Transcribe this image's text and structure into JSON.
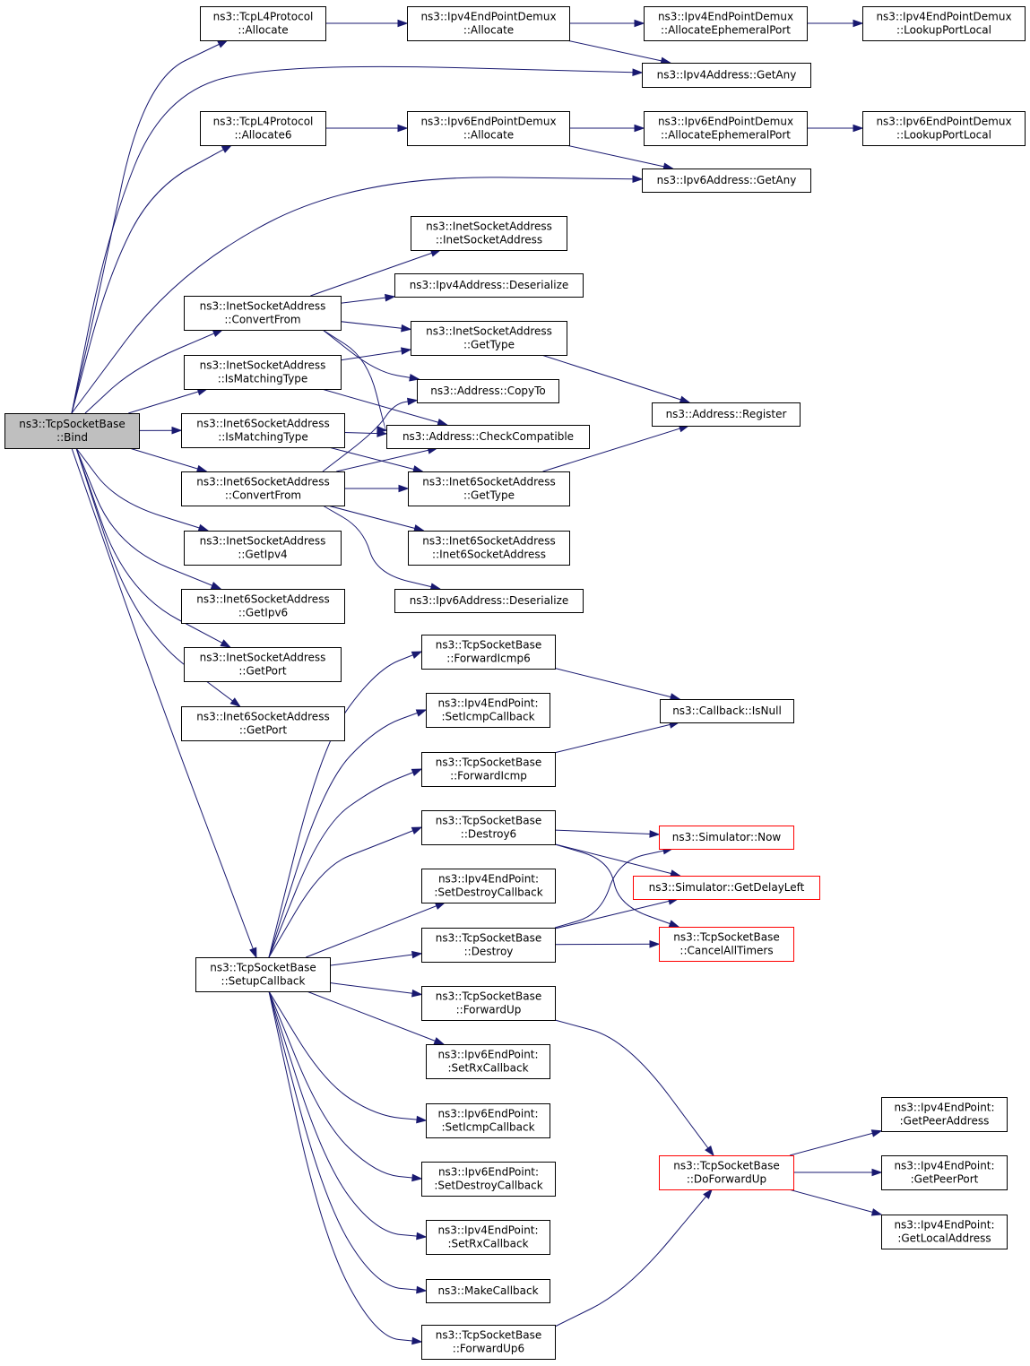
{
  "nodes": [
    {
      "id": "bind",
      "lines": [
        "ns3::TcpSocketBase",
        "::Bind"
      ],
      "root": true
    },
    {
      "id": "allocate",
      "lines": [
        "ns3::TcpL4Protocol",
        "::Allocate"
      ]
    },
    {
      "id": "allocate6",
      "lines": [
        "ns3::TcpL4Protocol",
        "::Allocate6"
      ]
    },
    {
      "id": "ipv4demux_allocate",
      "lines": [
        "ns3::Ipv4EndPointDemux",
        "::Allocate"
      ]
    },
    {
      "id": "ipv4demux_ephemeral",
      "lines": [
        "ns3::Ipv4EndPointDemux",
        "::AllocateEphemeralPort"
      ]
    },
    {
      "id": "ipv4demux_lookup",
      "lines": [
        "ns3::Ipv4EndPointDemux",
        "::LookupPortLocal"
      ]
    },
    {
      "id": "ipv4_getany",
      "lines": [
        "ns3::Ipv4Address::GetAny"
      ]
    },
    {
      "id": "ipv6demux_allocate",
      "lines": [
        "ns3::Ipv6EndPointDemux",
        "::Allocate"
      ]
    },
    {
      "id": "ipv6demux_ephemeral",
      "lines": [
        "ns3::Ipv6EndPointDemux",
        "::AllocateEphemeralPort"
      ]
    },
    {
      "id": "ipv6demux_lookup",
      "lines": [
        "ns3::Ipv6EndPointDemux",
        "::LookupPortLocal"
      ]
    },
    {
      "id": "ipv6_getany",
      "lines": [
        "ns3::Ipv6Address::GetAny"
      ]
    },
    {
      "id": "inet_ctor",
      "lines": [
        "ns3::InetSocketAddress",
        "::InetSocketAddress"
      ]
    },
    {
      "id": "ipv4_deser",
      "lines": [
        "ns3::Ipv4Address::Deserialize"
      ]
    },
    {
      "id": "inet_convert",
      "lines": [
        "ns3::InetSocketAddress",
        "::ConvertFrom"
      ]
    },
    {
      "id": "inet_gettype",
      "lines": [
        "ns3::InetSocketAddress",
        "::GetType"
      ]
    },
    {
      "id": "inet_ismatch",
      "lines": [
        "ns3::InetSocketAddress",
        "::IsMatchingType"
      ]
    },
    {
      "id": "addr_copyto",
      "lines": [
        "ns3::Address::CopyTo"
      ]
    },
    {
      "id": "addr_register",
      "lines": [
        "ns3::Address::Register"
      ]
    },
    {
      "id": "inet6_ismatch",
      "lines": [
        "ns3::Inet6SocketAddress",
        "::IsMatchingType"
      ]
    },
    {
      "id": "addr_checkcompat",
      "lines": [
        "ns3::Address::CheckCompatible"
      ]
    },
    {
      "id": "inet6_convert",
      "lines": [
        "ns3::Inet6SocketAddress",
        "::ConvertFrom"
      ]
    },
    {
      "id": "inet6_gettype",
      "lines": [
        "ns3::Inet6SocketAddress",
        "::GetType"
      ]
    },
    {
      "id": "inet6_ctor",
      "lines": [
        "ns3::Inet6SocketAddress",
        "::Inet6SocketAddress"
      ]
    },
    {
      "id": "ipv6_deser",
      "lines": [
        "ns3::Ipv6Address::Deserialize"
      ]
    },
    {
      "id": "inet_getipv4",
      "lines": [
        "ns3::InetSocketAddress",
        "::GetIpv4"
      ]
    },
    {
      "id": "inet6_getipv6",
      "lines": [
        "ns3::Inet6SocketAddress",
        "::GetIpv6"
      ]
    },
    {
      "id": "inet_getport",
      "lines": [
        "ns3::InetSocketAddress",
        "::GetPort"
      ]
    },
    {
      "id": "inet6_getport",
      "lines": [
        "ns3::Inet6SocketAddress",
        "::GetPort"
      ]
    },
    {
      "id": "fwd_icmp6",
      "lines": [
        "ns3::TcpSocketBase",
        "::ForwardIcmp6"
      ]
    },
    {
      "id": "cb_isnull",
      "lines": [
        "ns3::Callback::IsNull"
      ]
    },
    {
      "id": "ep4_seticmp",
      "lines": [
        "ns3::Ipv4EndPoint:",
        ":SetIcmpCallback"
      ]
    },
    {
      "id": "fwd_icmp",
      "lines": [
        "ns3::TcpSocketBase",
        "::ForwardIcmp"
      ]
    },
    {
      "id": "destroy6",
      "lines": [
        "ns3::TcpSocketBase",
        "::Destroy6"
      ]
    },
    {
      "id": "sim_now",
      "lines": [
        "ns3::Simulator::Now"
      ],
      "red": true
    },
    {
      "id": "sim_delay",
      "lines": [
        "ns3::Simulator::GetDelayLeft"
      ],
      "red": true
    },
    {
      "id": "ep4_setdestroy",
      "lines": [
        "ns3::Ipv4EndPoint:",
        ":SetDestroyCallback"
      ]
    },
    {
      "id": "destroy",
      "lines": [
        "ns3::TcpSocketBase",
        "::Destroy"
      ]
    },
    {
      "id": "cancel_timers",
      "lines": [
        "ns3::TcpSocketBase",
        "::CancelAllTimers"
      ],
      "red": true
    },
    {
      "id": "setup_cb",
      "lines": [
        "ns3::TcpSocketBase",
        "::SetupCallback"
      ]
    },
    {
      "id": "fwd_up",
      "lines": [
        "ns3::TcpSocketBase",
        "::ForwardUp"
      ]
    },
    {
      "id": "ep6_setrx",
      "lines": [
        "ns3::Ipv6EndPoint:",
        ":SetRxCallback"
      ]
    },
    {
      "id": "ep6_seticmp",
      "lines": [
        "ns3::Ipv6EndPoint:",
        ":SetIcmpCallback"
      ]
    },
    {
      "id": "do_fwd_up",
      "lines": [
        "ns3::TcpSocketBase",
        "::DoForwardUp"
      ],
      "red": true
    },
    {
      "id": "ep4_getpeeraddr",
      "lines": [
        "ns3::Ipv4EndPoint:",
        ":GetPeerAddress"
      ]
    },
    {
      "id": "ep4_getpeerport",
      "lines": [
        "ns3::Ipv4EndPoint:",
        ":GetPeerPort"
      ]
    },
    {
      "id": "ep6_setdestroy",
      "lines": [
        "ns3::Ipv6EndPoint:",
        ":SetDestroyCallback"
      ]
    },
    {
      "id": "ep4_getlocaladdr",
      "lines": [
        "ns3::Ipv4EndPoint:",
        ":GetLocalAddress"
      ]
    },
    {
      "id": "ep4_setrx",
      "lines": [
        "ns3::Ipv4EndPoint:",
        ":SetRxCallback"
      ]
    },
    {
      "id": "make_cb",
      "lines": [
        "ns3::MakeCallback"
      ]
    },
    {
      "id": "fwd_up6",
      "lines": [
        "ns3::TcpSocketBase",
        "::ForwardUp6"
      ]
    }
  ],
  "edges": [
    [
      "bind",
      "allocate"
    ],
    [
      "bind",
      "ipv4_getany"
    ],
    [
      "bind",
      "allocate6"
    ],
    [
      "bind",
      "ipv6_getany"
    ],
    [
      "bind",
      "inet_convert"
    ],
    [
      "bind",
      "inet_ismatch"
    ],
    [
      "bind",
      "inet6_ismatch"
    ],
    [
      "bind",
      "inet6_convert"
    ],
    [
      "bind",
      "inet_getipv4"
    ],
    [
      "bind",
      "inet6_getipv6"
    ],
    [
      "bind",
      "inet_getport"
    ],
    [
      "bind",
      "inet6_getport"
    ],
    [
      "bind",
      "setup_cb"
    ],
    [
      "allocate",
      "ipv4demux_allocate"
    ],
    [
      "ipv4demux_allocate",
      "ipv4demux_ephemeral"
    ],
    [
      "ipv4demux_allocate",
      "ipv4_getany"
    ],
    [
      "ipv4demux_ephemeral",
      "ipv4demux_lookup"
    ],
    [
      "allocate6",
      "ipv6demux_allocate"
    ],
    [
      "ipv6demux_allocate",
      "ipv6demux_ephemeral"
    ],
    [
      "ipv6demux_allocate",
      "ipv6_getany"
    ],
    [
      "ipv6demux_ephemeral",
      "ipv6demux_lookup"
    ],
    [
      "inet_convert",
      "inet_ctor"
    ],
    [
      "inet_convert",
      "ipv4_deser"
    ],
    [
      "inet_convert",
      "inet_gettype"
    ],
    [
      "inet_convert",
      "addr_copyto"
    ],
    [
      "inet_convert",
      "addr_checkcompat"
    ],
    [
      "inet_ismatch",
      "inet_gettype"
    ],
    [
      "inet_ismatch",
      "addr_checkcompat"
    ],
    [
      "inet_gettype",
      "addr_register"
    ],
    [
      "inet6_ismatch",
      "addr_checkcompat"
    ],
    [
      "inet6_ismatch",
      "inet6_gettype"
    ],
    [
      "inet6_convert",
      "addr_copyto"
    ],
    [
      "inet6_convert",
      "addr_checkcompat"
    ],
    [
      "inet6_convert",
      "inet6_gettype"
    ],
    [
      "inet6_convert",
      "inet6_ctor"
    ],
    [
      "inet6_convert",
      "ipv6_deser"
    ],
    [
      "inet6_gettype",
      "addr_register"
    ],
    [
      "setup_cb",
      "fwd_icmp6"
    ],
    [
      "setup_cb",
      "ep4_seticmp"
    ],
    [
      "setup_cb",
      "fwd_icmp"
    ],
    [
      "setup_cb",
      "destroy6"
    ],
    [
      "setup_cb",
      "ep4_setdestroy"
    ],
    [
      "setup_cb",
      "destroy"
    ],
    [
      "setup_cb",
      "fwd_up"
    ],
    [
      "setup_cb",
      "ep6_setrx"
    ],
    [
      "setup_cb",
      "ep6_seticmp"
    ],
    [
      "setup_cb",
      "ep6_setdestroy"
    ],
    [
      "setup_cb",
      "ep4_setrx"
    ],
    [
      "setup_cb",
      "make_cb"
    ],
    [
      "setup_cb",
      "fwd_up6"
    ],
    [
      "fwd_icmp6",
      "cb_isnull"
    ],
    [
      "fwd_icmp",
      "cb_isnull"
    ],
    [
      "destroy6",
      "sim_now"
    ],
    [
      "destroy6",
      "sim_delay"
    ],
    [
      "destroy6",
      "cancel_timers"
    ],
    [
      "destroy",
      "sim_now"
    ],
    [
      "destroy",
      "sim_delay"
    ],
    [
      "destroy",
      "cancel_timers"
    ],
    [
      "fwd_up",
      "do_fwd_up"
    ],
    [
      "fwd_up6",
      "do_fwd_up"
    ],
    [
      "do_fwd_up",
      "ep4_getpeeraddr"
    ],
    [
      "do_fwd_up",
      "ep4_getpeerport"
    ],
    [
      "do_fwd_up",
      "ep4_getlocaladdr"
    ]
  ],
  "colors": {
    "edge": "#191970",
    "node_border": "#000000",
    "root_fill": "#bfbfbf",
    "highlight_border": "#ff0000"
  }
}
